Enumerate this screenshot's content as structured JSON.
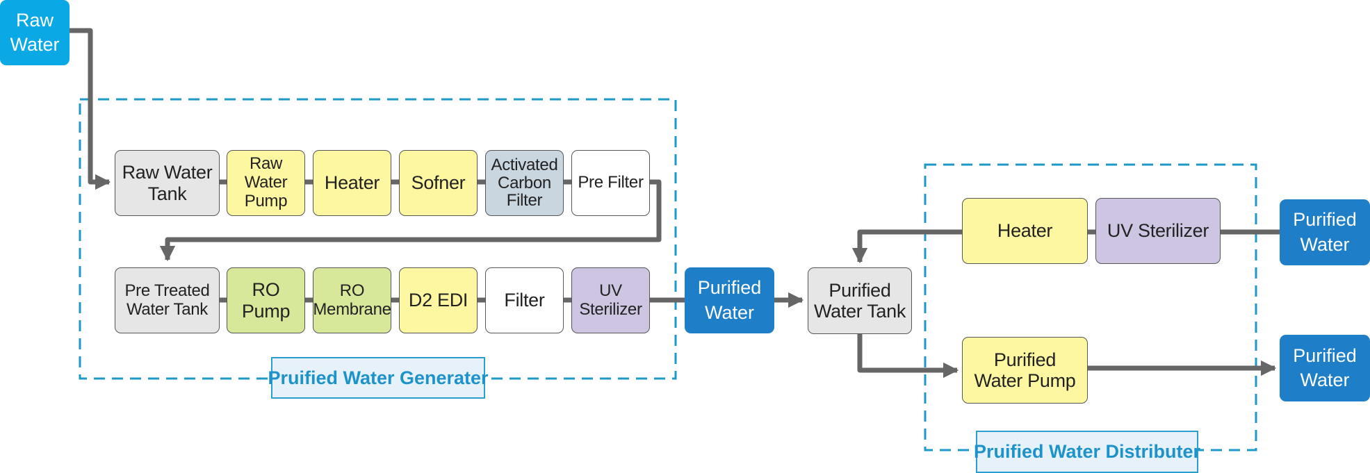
{
  "inputs": {
    "raw_water": "Raw\nWater"
  },
  "generator": {
    "label": "Pruified Water Generater",
    "row1": [
      {
        "id": "raw-water-tank",
        "label": "Raw Water\nTank",
        "color": "#e6e6e6"
      },
      {
        "id": "raw-water-pump",
        "label": "Raw Water\nPump",
        "color": "#fdf7a2"
      },
      {
        "id": "heater",
        "label": "Heater",
        "color": "#fdf7a2"
      },
      {
        "id": "sofner",
        "label": "Sofner",
        "color": "#fdf7a2"
      },
      {
        "id": "activated-carbon-filter",
        "label": "Activated\nCarbon\nFilter",
        "color": "#c9d5df"
      },
      {
        "id": "pre-filter",
        "label": "Pre Filter",
        "color": "#ffffff"
      }
    ],
    "row2": [
      {
        "id": "pre-treated-water-tank",
        "label": "Pre Treated\nWater Tank",
        "color": "#e6e6e6"
      },
      {
        "id": "ro-pump",
        "label": "RO\nPump",
        "color": "#d8e89a"
      },
      {
        "id": "ro-membrane",
        "label": "RO\nMembrane",
        "color": "#d8e89a"
      },
      {
        "id": "d2-edi",
        "label": "D2 EDI",
        "color": "#fdf7a2"
      },
      {
        "id": "filter",
        "label": "Filter",
        "color": "#ffffff"
      },
      {
        "id": "uv-sterilizer",
        "label": "UV\nSterilizer",
        "color": "#cdc5e2"
      }
    ]
  },
  "purified_water_mid": "Purified\nWater",
  "purified_water_tank": "Purified\nWater Tank",
  "distributer": {
    "label": "Pruified Water Distributer",
    "heater": "Heater",
    "uv_sterilizer": "UV Sterilizer",
    "pump": "Purified\nWater Pump"
  },
  "outputs": {
    "top": "Purified\nWater",
    "bottom": "Purified\nWater"
  },
  "colors": {
    "connector": "#666666",
    "group_border": "#1c98c9",
    "raw_water_terminal": "#0ba8e6",
    "purified_terminal": "#1f7ec8"
  }
}
